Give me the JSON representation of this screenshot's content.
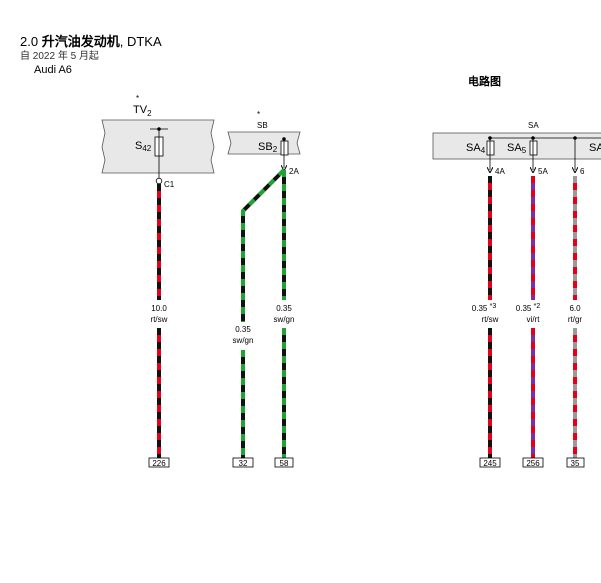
{
  "header": {
    "title_prefix": "2.0",
    "title_main": "升汽油发动机",
    "title_suffix": ", DTKA",
    "date_prefix": "自",
    "date_year": "2022",
    "date_year_unit": "年",
    "date_month": "5",
    "date_month_unit": "月起",
    "model": "Audi A6",
    "section": "电路图"
  },
  "fuse_blocks": [
    {
      "id": "tv",
      "label": "TV",
      "sub": "2",
      "asterisk": "*"
    },
    {
      "id": "sb",
      "label": "SB",
      "asterisk": "*"
    },
    {
      "id": "sa",
      "label": "SA"
    }
  ],
  "fuses": [
    {
      "id": "s42",
      "label": "S",
      "sub": "42",
      "pin": "C1"
    },
    {
      "id": "sb2",
      "label": "SB",
      "sub": "2",
      "pin": "2A"
    },
    {
      "id": "sa4",
      "label": "SA",
      "sub": "4",
      "pin": "4A"
    },
    {
      "id": "sa5",
      "label": "SA",
      "sub": "5",
      "pin": "5A"
    },
    {
      "id": "sa6",
      "label": "SA",
      "pin": "6"
    }
  ],
  "wires": [
    {
      "id": "w1",
      "size": "10.0",
      "color": "rt/sw",
      "connector": "226",
      "colors": [
        "#e3001b",
        "#111111"
      ]
    },
    {
      "id": "w2",
      "size": "0.35",
      "color": "sw/gn",
      "connector": "32",
      "colors": [
        "#111111",
        "#1fa334"
      ]
    },
    {
      "id": "w3",
      "size": "0.35",
      "color": "sw/gn",
      "connector": "58",
      "colors": [
        "#111111",
        "#1fa334"
      ]
    },
    {
      "id": "w4",
      "size": "0.35",
      "color": "rt/sw",
      "note": "*3",
      "connector": "245",
      "colors": [
        "#e3001b",
        "#111111"
      ]
    },
    {
      "id": "w5",
      "size": "0.35",
      "color": "vi/rt",
      "note": "*2",
      "connector": "256",
      "colors": [
        "#7b2ea8",
        "#e3001b"
      ]
    },
    {
      "id": "w6",
      "size": "6.0",
      "color": "rt/gr",
      "connector": "35",
      "colors": [
        "#e3001b",
        "#9a9a9a"
      ]
    }
  ]
}
